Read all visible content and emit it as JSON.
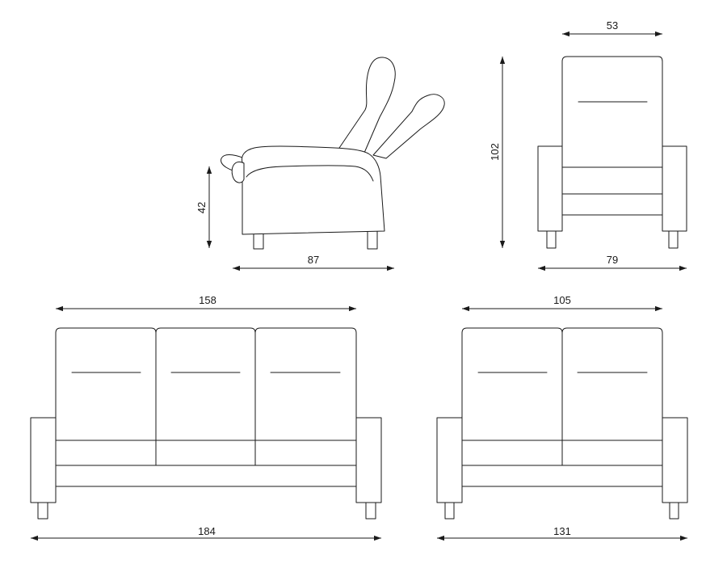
{
  "dimensions": {
    "chair_side_depth": "87",
    "chair_seat_height": "42",
    "chair_front_width": "79",
    "chair_back_width": "53",
    "chair_total_height": "102",
    "sofa3_back_width": "158",
    "sofa3_total_width": "184",
    "sofa2_back_width": "105",
    "sofa2_total_width": "131"
  },
  "colors": {
    "line": "#1a1a1a",
    "background": "#ffffff"
  }
}
